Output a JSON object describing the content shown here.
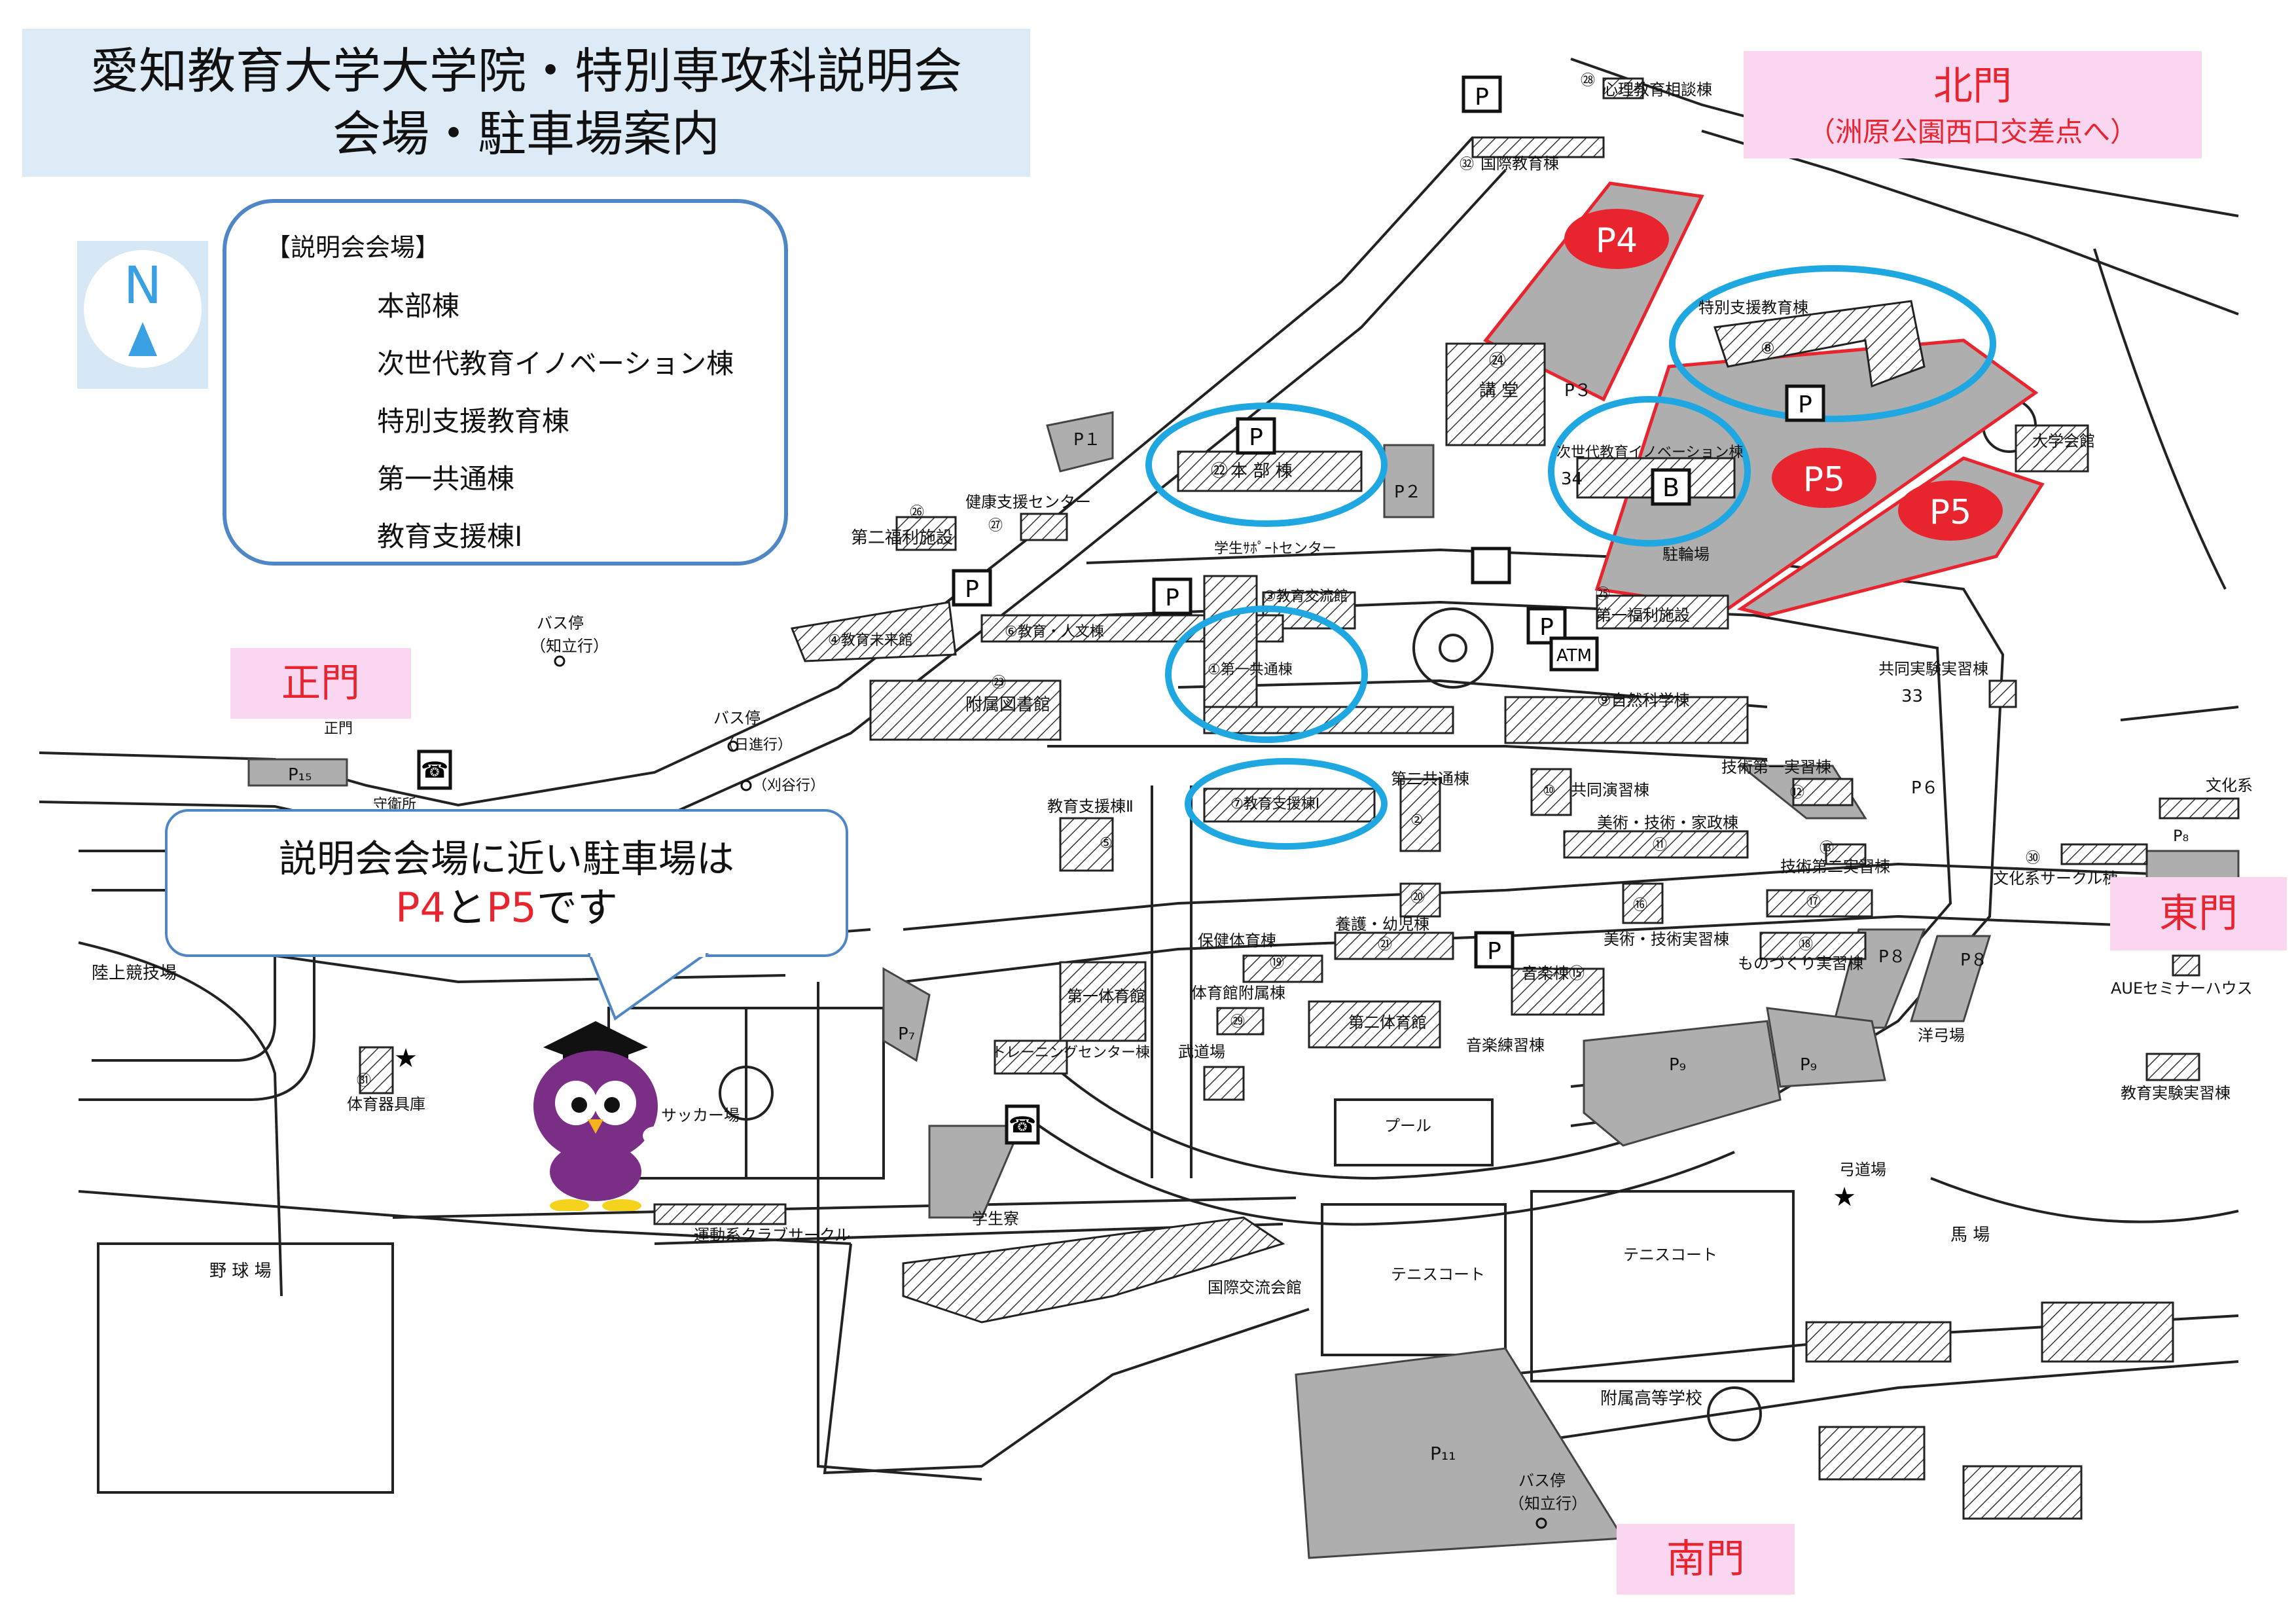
{
  "title": {
    "line1": "愛知教育大学大学院・特別専攻科説明会",
    "line2": "会場・駐車場案内"
  },
  "compass": {
    "label": "N"
  },
  "venues": {
    "heading": "【説明会会場】",
    "items": [
      "本部棟",
      "次世代教育イノベーション棟",
      "特別支援教育棟",
      "第一共通棟",
      "教育支援棟Ⅰ"
    ]
  },
  "gates": {
    "north": {
      "label": "北門",
      "sub": "（洲原公園西口交差点へ）"
    },
    "main": {
      "label": "正門"
    },
    "east": {
      "label": "東門"
    },
    "south": {
      "label": "南門"
    }
  },
  "callout": {
    "line1": "説明会会場に近い駐車場は",
    "line2_a": "P4",
    "line2_b": "と",
    "line2_c": "P5",
    "line2_d": "です"
  },
  "parking_badges": [
    "P4",
    "P5",
    "P5"
  ],
  "map_labels": {
    "b22": "本 部 棟",
    "n22": "㉒",
    "b24": "講 堂",
    "n24": "㉔",
    "b8": "特別支援教育棟",
    "n8": "⑧",
    "b34": "次世代教育イノベーション棟",
    "n34": "34",
    "b28": "心理教育相談棟",
    "n28": "㉘",
    "b32": "国際教育棟",
    "n32": "㉜",
    "b26": "第二福利施設",
    "n26": "㉖",
    "b27": "健康支援センター",
    "n27": "㉗",
    "gakusei": "学生ｻﾎﾟｰﾄセンター",
    "b3": "③教育交流館",
    "b4": "④教育未来館",
    "b6": "⑥教育・人文棟",
    "b1": "①第一共通棟",
    "b23": "附属図書館",
    "n23": "㉓",
    "b25": "第一福利施設",
    "n25": "㉕",
    "b9": "⑨自然科学棟",
    "atm": "ATM",
    "b2": "第二共通棟",
    "n2": "②",
    "b7": "⑦教育支援棟Ⅰ",
    "b5": "教育支援棟Ⅱ",
    "n5": "⑤",
    "b10": "共同演習棟",
    "n10": "⑩",
    "b11": "美術・技術・家政棟",
    "n11": "⑪",
    "b12": "技術第一実習棟",
    "n12": "⑫",
    "b13": "技術第二実習棟",
    "n13": "⑬",
    "b16": "⑯",
    "b17": "⑰",
    "b18": "ものづくり実習棟",
    "n18": "⑱",
    "bijutsu": "美術・技術実習棟",
    "b15": "音楽棟⑮",
    "ongaku2": "音楽練習棟",
    "b19": "保健体育棟",
    "n19": "⑲",
    "b20": "⑳",
    "b21": "養護・幼児棟",
    "n21": "㉑",
    "taiiku1": "第一体育館",
    "b29": "体育館附属棟",
    "n29": "㉙",
    "budo": "武道場",
    "training": "トレーニングセンター棟",
    "taiiku2": "第二体育館",
    "pool": "プール",
    "b33": "共同実験実習棟",
    "n33": "33",
    "b30": "文化系サークル棟",
    "n30": "㉚",
    "bunka": "文化系",
    "daigaku": "大学会館",
    "seminar": "AUEセミナーハウス",
    "jikken": "教育実験実習棟",
    "yokyu": "洋弓場",
    "kyudo": "弓道場",
    "baba": "馬 場",
    "rikujo": "陸上競技場",
    "yakyu": "野 球 場",
    "soccer": "サッカー場",
    "kigu": "体育器具庫",
    "n31": "㉛",
    "undo": "運動系クラブサークル",
    "gakuseiryo": "学生寮",
    "kokusai": "国際交流会館",
    "tennis1": "テニスコート",
    "tennis2": "テニスコート",
    "fuzoku": "附属高等学校",
    "shuyo": "守衛所",
    "seimon_small": "正門",
    "churin": "駐輪場",
    "bus1": "バス停",
    "bus1_sub": "（知立行）",
    "bus2": "バス停",
    "bus2_sub": "（日進行）",
    "bus2_sub2": "（刈谷行）",
    "bus3": "バス停",
    "bus3_sub": "（知立行）",
    "p1": "P１",
    "p2": "P２",
    "p3": "P３",
    "p6": "P６",
    "p7": "P₇",
    "p8a": "P８",
    "p8b": "P８",
    "p9a": "P₉",
    "p9b": "P₉",
    "p11": "P₁₁",
    "p15": "P₁₅",
    "p_edge": "P₈",
    "b_mark": "B"
  }
}
